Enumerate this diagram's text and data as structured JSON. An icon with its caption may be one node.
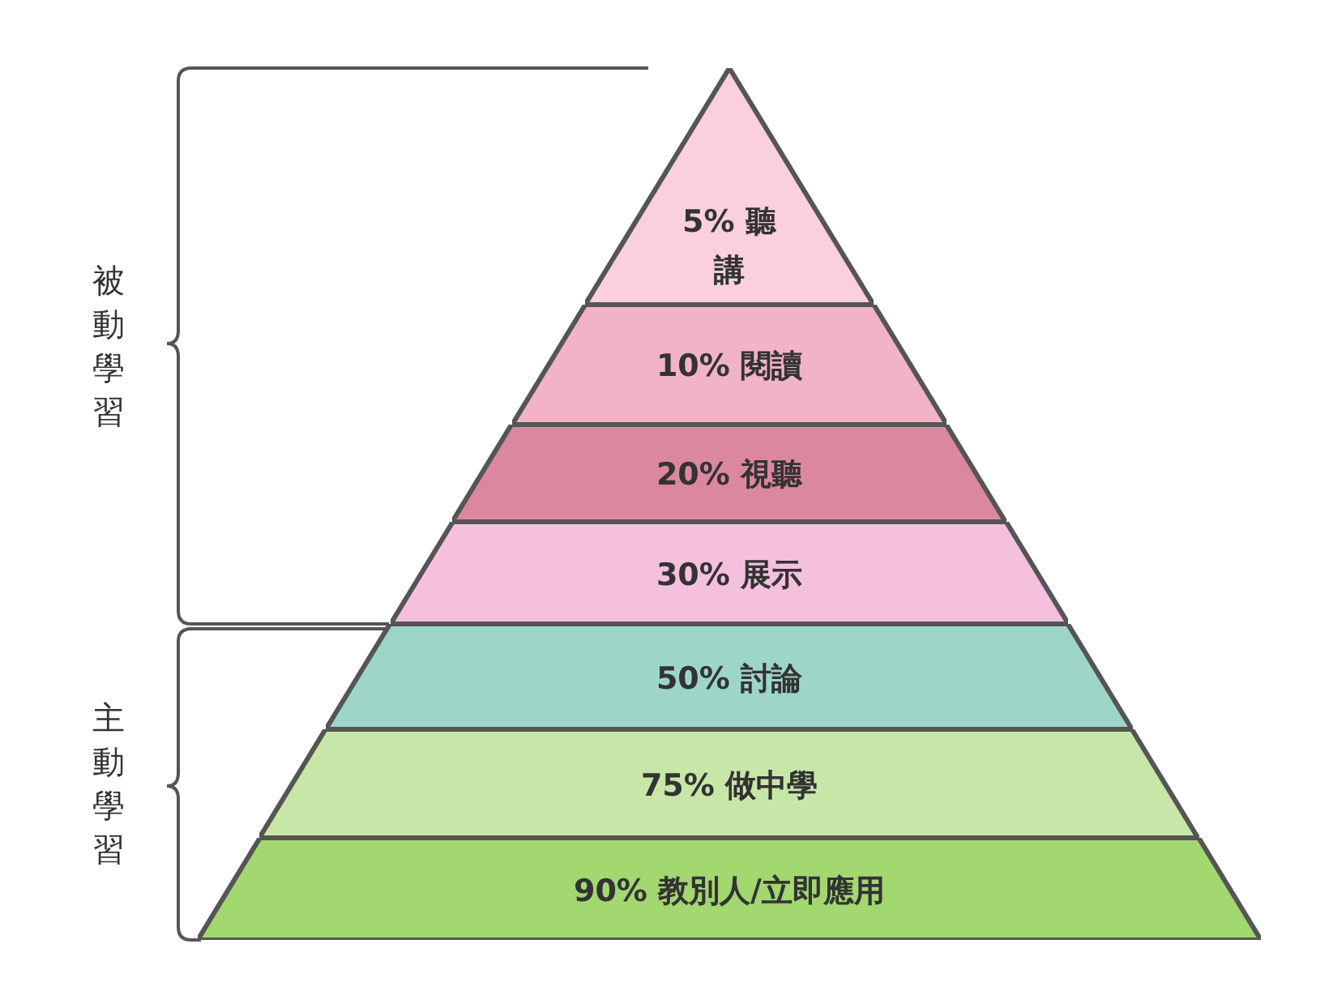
{
  "diagram": {
    "nodes": [
      {
        "text": [
          "5% 聽講"
        ]
      },
      {
        "text": [
          "10% 閱讀"
        ]
      },
      {
        "text": [
          "20% 視聽"
        ]
      },
      {
        "text": [
          "30% 展示"
        ]
      },
      {
        "text": [
          "50% 討論"
        ]
      },
      {
        "text": [
          "75% 做中學"
        ]
      },
      {
        "text": [
          "90% 教別人/立即應用"
        ]
      }
    ],
    "edges": [],
    "labels": [
      "被動學習",
      "主動學習"
    ]
  }
}
